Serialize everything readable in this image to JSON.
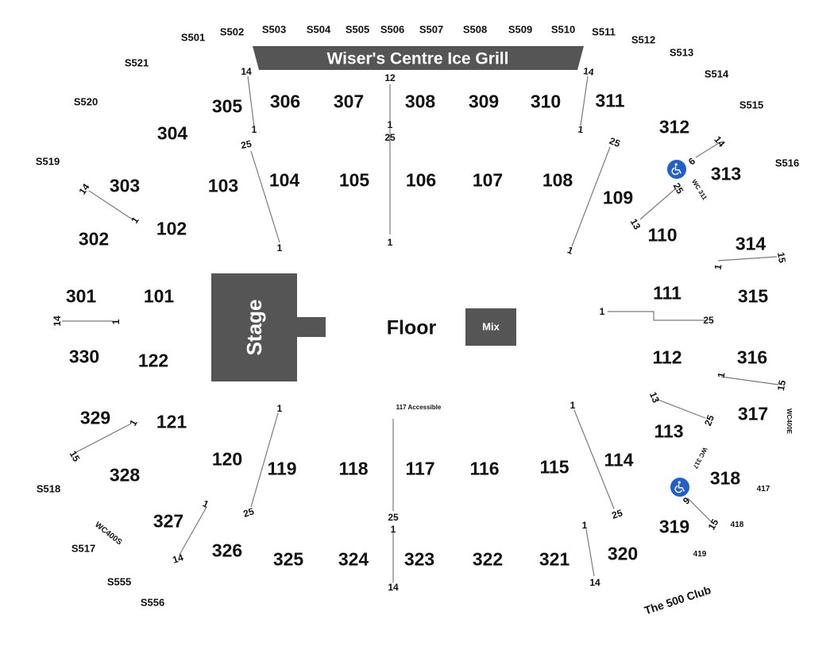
{
  "venue": {
    "ice_grill": "Wiser's Centre Ice Grill",
    "stage": "Stage",
    "floor": "Floor",
    "mix": "Mix",
    "accessible_117": "117 Accessible",
    "club": "The 500 Club",
    "wc311": "WC 311",
    "wc317": "WC 317",
    "wc400e": "WC400E",
    "wc400s": "WC400S"
  },
  "icons": {
    "wheelchair": "wheelchair-icon",
    "accent": "#1f5fd0",
    "stage_color": "#555555"
  },
  "sections": {
    "s101": "101",
    "s102": "102",
    "s103": "103",
    "s104": "104",
    "s105": "105",
    "s106": "106",
    "s107": "107",
    "s108": "108",
    "s109": "109",
    "s110": "110",
    "s111": "111",
    "s112": "112",
    "s113": "113",
    "s114": "114",
    "s115": "115",
    "s116": "116",
    "s117": "117",
    "s118": "118",
    "s119": "119",
    "s120": "120",
    "s121": "121",
    "s122": "122",
    "s301": "301",
    "s302": "302",
    "s303": "303",
    "s304": "304",
    "s305": "305",
    "s306": "306",
    "s307": "307",
    "s308": "308",
    "s309": "309",
    "s310": "310",
    "s311": "311",
    "s312": "312",
    "s313": "313",
    "s314": "314",
    "s315": "315",
    "s316": "316",
    "s317": "317",
    "s318": "318",
    "s319": "319",
    "s320": "320",
    "s321": "321",
    "s322": "322",
    "s323": "323",
    "s324": "324",
    "s325": "325",
    "s326": "326",
    "s327": "327",
    "s328": "328",
    "s329": "329",
    "s330": "330"
  },
  "suites": {
    "S501": "S501",
    "S502": "S502",
    "S503": "S503",
    "S504": "S504",
    "S505": "S505",
    "S506": "S506",
    "S507": "S507",
    "S508": "S508",
    "S509": "S509",
    "S510": "S510",
    "S511": "S511",
    "S512": "S512",
    "S513": "S513",
    "S514": "S514",
    "S515": "S515",
    "S516": "S516",
    "S517": "S517",
    "S518": "S518",
    "S519": "S519",
    "S520": "S520",
    "S521": "S521",
    "S555": "S555",
    "S556": "S556",
    "b417": "417",
    "b418": "418",
    "b419": "419"
  },
  "rows": {
    "n1": "1",
    "n6": "6",
    "n12": "12",
    "n13": "13",
    "n14": "14",
    "n15": "15",
    "n25": "25"
  }
}
